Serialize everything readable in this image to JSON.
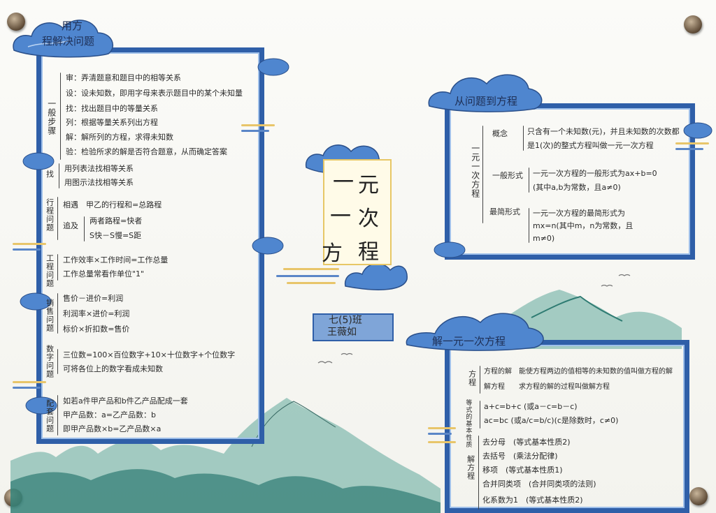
{
  "title": {
    "chars": [
      "一",
      "元",
      "一",
      "次",
      "方",
      "程"
    ]
  },
  "student": {
    "class": "七(5)班",
    "name": "王薇如"
  },
  "left": {
    "cloud_title_1": "用方",
    "cloud_title_2": "程解决问题",
    "steps_label": "一般步骤",
    "steps": [
      "审：弄清题意和题目中的相等关系",
      "设：设未知数，即用字母来表示题目中的某个未知量",
      "找：找出题目中的等量关系",
      "列：根据等量关系列出方程",
      "解：解所列的方程，求得未知数",
      "验：检验所求的解是否符合题意，从而确定答案"
    ],
    "find_label": "找",
    "find": [
      "用列表法找相等关系",
      "用图示法找相等关系"
    ],
    "travel_label": "行程问题",
    "travel_meet": "相遇　甲乙的行程和=总路程",
    "travel_chase_label": "追及",
    "travel_chase": [
      "两者路程=快者",
      "S快－S慢=S距"
    ],
    "work_label": "工程问题",
    "work": [
      "工作效率×工作时间=工作总量",
      "工作总量常看作单位\"1\""
    ],
    "sales_label": "销售问题",
    "sales": [
      "售价－进价=利润",
      "利润率×进价=利润",
      "标价×折扣数=售价"
    ],
    "digit_label": "数字问题",
    "digit": [
      "三位数=100×百位数字+10×十位数字+个位数字",
      "可将各位上的数字看成未知数"
    ],
    "match_label": "配套问题",
    "match": [
      "如若a件甲产品和b件乙产品配成一套",
      "甲产品数：a=乙产品数：b",
      "即甲产品数×b=乙产品数×a"
    ]
  },
  "right_top": {
    "cloud_title": "从问题到方程",
    "group_label": "一元一次方程",
    "concept_label": "概念",
    "concept": [
      "只含有一个未知数(元)，并且未知数的次数都",
      "是1(次)的整式方程叫做一元一次方程"
    ],
    "general_label": "一般形式",
    "general": [
      "一元一次方程的一般形式为ax+b=0",
      "(其中a,b为常数，且a≠0)"
    ],
    "simplest_label": "最简形式",
    "simplest": [
      "一元一次方程的最简形式为",
      "mx=n(其中m，n为常数，且",
      "m≠0)"
    ]
  },
  "right_bottom": {
    "cloud_title": "解一元一次方程",
    "eq_label": "方程",
    "eq": [
      "方程的解　能使方程两边的值相等的未知数的值叫做方程的解",
      "解方程　　求方程的解的过程叫做解方程"
    ],
    "prop_label": "等式的基本性质",
    "prop": [
      "a+c=b+c (或a－c=b－c)",
      "ac=bc (或a/c=b/c)(c是除数时，c≠0)"
    ],
    "solve_label": "解方程",
    "solve": [
      "去分母　(等式基本性质2)",
      "去括号　(乘法分配律)",
      "移项　(等式基本性质1)",
      "合并同类项　(合并同类项的法则)",
      "化系数为1　(等式基本性质2)"
    ]
  },
  "colors": {
    "frame": "#2f5fa8",
    "cloud": "#4f86cf",
    "accent_bar": "#e8c56a",
    "mountain": "#3f8f86"
  }
}
